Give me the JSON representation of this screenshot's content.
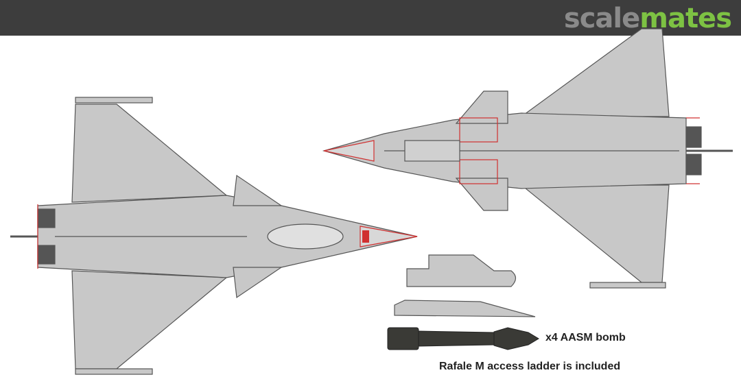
{
  "header": {
    "logo_part1": "scale",
    "logo_part2": "mates",
    "logo_colors": {
      "scale": "#8a8a8a",
      "mates": "#7dc243"
    }
  },
  "captions": {
    "bomb": "x4 AASM bomb",
    "ladder": "Rafale M access ladder is included"
  },
  "colors": {
    "airframe": "#c8c8c8",
    "outline": "#555555",
    "highlight": "#d03030",
    "bomb": "#3a3a36",
    "background": "#ffffff",
    "header": "#3d3d3d"
  },
  "views": [
    "aircraft-top-view",
    "aircraft-bottom-view",
    "access-ladder-parts",
    "aasm-bomb"
  ]
}
